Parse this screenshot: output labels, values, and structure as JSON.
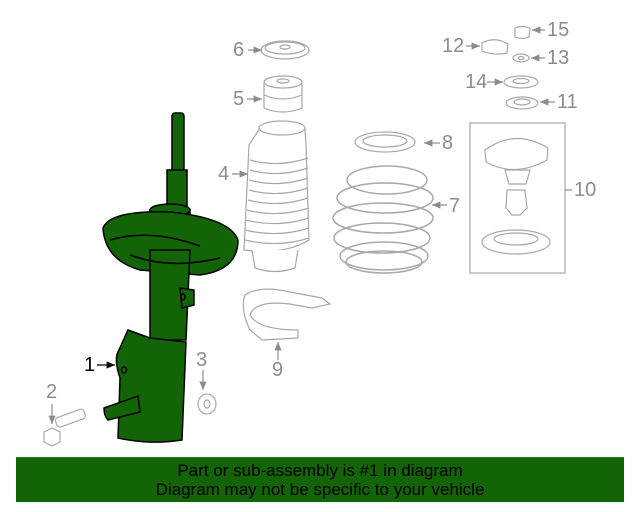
{
  "diagram": {
    "title": "Front strut assembly parts diagram",
    "highlight_color": "#136307",
    "line_color": "#8c8c8c",
    "callouts": [
      {
        "id": "1",
        "label": "1",
        "part": "strut-assembly",
        "highlighted": true
      },
      {
        "id": "2",
        "label": "2",
        "part": "bolt"
      },
      {
        "id": "3",
        "label": "3",
        "part": "nut"
      },
      {
        "id": "4",
        "label": "4",
        "part": "dust-boot"
      },
      {
        "id": "5",
        "label": "5",
        "part": "bump-stop"
      },
      {
        "id": "6",
        "label": "6",
        "part": "upper-seat"
      },
      {
        "id": "7",
        "label": "7",
        "part": "coil-spring"
      },
      {
        "id": "8",
        "label": "8",
        "part": "spring-insulator"
      },
      {
        "id": "9",
        "label": "9",
        "part": "lower-insulator"
      },
      {
        "id": "10",
        "label": "10",
        "part": "strut-mount-kit"
      },
      {
        "id": "11",
        "label": "11",
        "part": "bearing-plate"
      },
      {
        "id": "12",
        "label": "12",
        "part": "cap"
      },
      {
        "id": "13",
        "label": "13",
        "part": "washer"
      },
      {
        "id": "14",
        "label": "14",
        "part": "retainer"
      },
      {
        "id": "15",
        "label": "15",
        "part": "nut-cap"
      }
    ]
  },
  "banner": {
    "line1": "Part or sub-assembly is #1 in diagram",
    "line2": "Diagram may not be specific to your vehicle",
    "background": "#136307"
  }
}
